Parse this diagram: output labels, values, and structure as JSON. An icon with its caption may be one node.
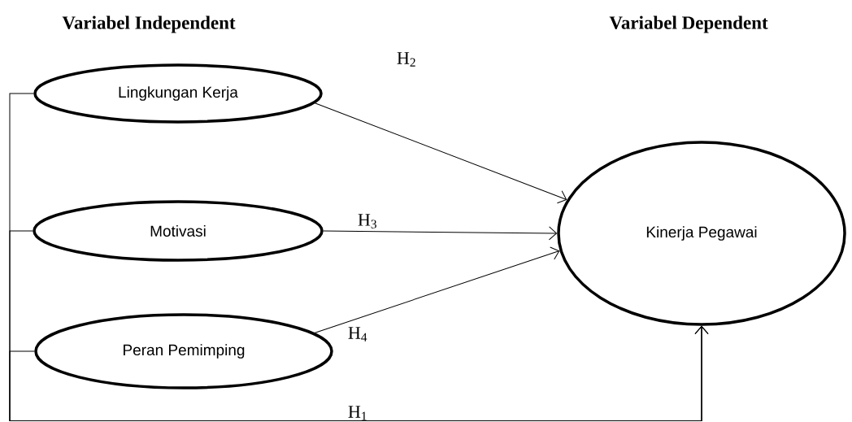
{
  "diagram": {
    "nodes": [
      {
        "text": [
          "Lingkungan Kerja"
        ]
      },
      {
        "text": [
          "Motivasi"
        ]
      },
      {
        "text": [
          "Peran Pemimping"
        ]
      },
      {
        "text": [
          "Kinerja Pegawai"
        ]
      }
    ],
    "edges": [
      {
        "from": 0,
        "to": 3,
        "arrow": "to",
        "label": "H$_{2}$"
      },
      {
        "from": 1,
        "to": 3,
        "arrow": "to",
        "label": "H$_{3}$"
      },
      {
        "from": 2,
        "to": 3,
        "arrow": "to",
        "label": "H$_{4}$"
      },
      {
        "from": 0,
        "to": 3,
        "arrow": "to",
        "label": "H$_{1}$"
      },
      {
        "from": 1,
        "to": 3,
        "arrow": "to"
      },
      {
        "from": 2,
        "to": 3,
        "arrow": "to"
      }
    ],
    "labels": [
      "Variabel Independent",
      "Variabel Dependent"
    ]
  }
}
